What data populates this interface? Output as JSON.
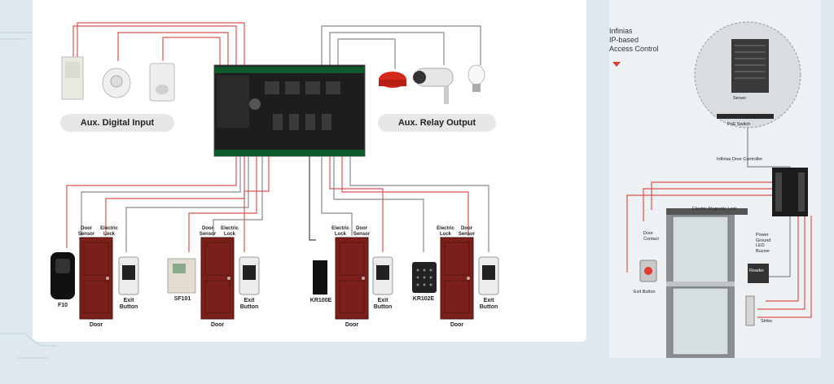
{
  "left": {
    "aux_input_label": "Aux. Digital Input",
    "aux_output_label": "Aux. Relay Output",
    "doors": [
      {
        "reader": "F10",
        "door_sensor": "Door\nSensor",
        "electric_lock": "Electric\nLock",
        "door": "Door",
        "exit_button": "Exit\nButton"
      },
      {
        "reader": "SF101",
        "door_sensor": "Door\nSensor",
        "electric_lock": "Electric\nLock",
        "door": "Door",
        "exit_button": "Exit\nButton"
      },
      {
        "reader": "KR100E",
        "door_sensor": "Electric\nLock",
        "electric_lock": "Door\nSensor",
        "door": "Door",
        "exit_button": "Exit\nButton"
      },
      {
        "reader": "KR102E",
        "door_sensor": "Electric\nLock",
        "electric_lock": "Door\nSensor",
        "door": "Door",
        "exit_button": "Exit\nButton"
      }
    ]
  },
  "right": {
    "title_lines": [
      "Infinias",
      "IP-based",
      "Access Control"
    ],
    "server_label": "Server",
    "poe_label": "PoE Switch",
    "controller_label": "Infinias Door Controller",
    "maglock_label": "Electric Magnetic Lock",
    "door_contact_label": "Door\nContact",
    "power_label": "Power\nGround\nLED\nBuzzer",
    "reader_label": "Reader",
    "exit_button_label": "Exit Button",
    "strike_label": "Strike"
  },
  "colors": {
    "wire_red": "#d9534f",
    "wire_gray": "#9a9a9a",
    "door": "#7a1f1a",
    "accent": "#e23b2e"
  }
}
